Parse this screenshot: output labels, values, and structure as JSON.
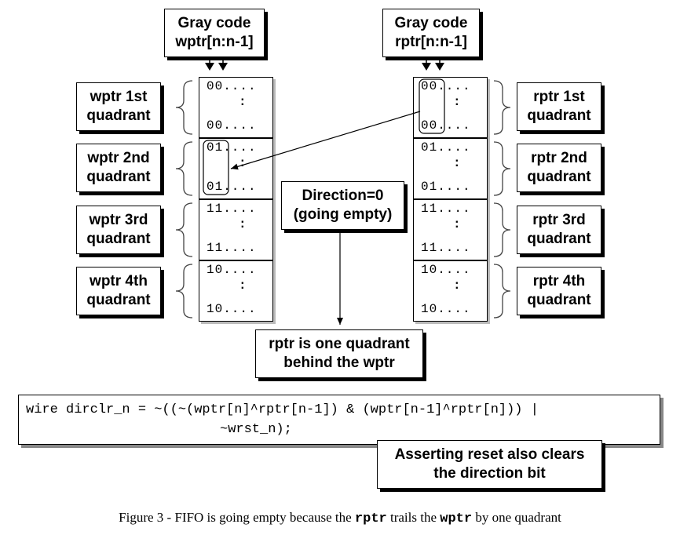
{
  "headers": {
    "wptr": {
      "line1": "Gray code",
      "line2": "wptr[n:n-1]"
    },
    "rptr": {
      "line1": "Gray code",
      "line2": "rptr[n:n-1]"
    }
  },
  "wptr_labels": [
    {
      "line1": "wptr 1st",
      "line2": "quadrant"
    },
    {
      "line1": "wptr 2nd",
      "line2": "quadrant"
    },
    {
      "line1": "wptr 3rd",
      "line2": "quadrant"
    },
    {
      "line1": "wptr 4th",
      "line2": "quadrant"
    }
  ],
  "rptr_labels": [
    {
      "line1": "rptr 1st",
      "line2": "quadrant"
    },
    {
      "line1": "rptr 2nd",
      "line2": "quadrant"
    },
    {
      "line1": "rptr 3rd",
      "line2": "quadrant"
    },
    {
      "line1": "rptr 4th",
      "line2": "quadrant"
    }
  ],
  "quadrant_cells": [
    {
      "top": "00....",
      "mid": ":",
      "bottom": "00...."
    },
    {
      "top": "01....",
      "mid": ":",
      "bottom": "01...."
    },
    {
      "top": "11....",
      "mid": ":",
      "bottom": "11...."
    },
    {
      "top": "10....",
      "mid": ":",
      "bottom": "10...."
    }
  ],
  "direction_box": {
    "line1": "Direction=0",
    "line2": "(going empty)"
  },
  "result_box": {
    "line1": "rptr is one quadrant",
    "line2": "behind the wptr"
  },
  "code": {
    "line1": "wire dirclr_n = ~((~(wptr[n]^rptr[n-1]) & (wptr[n-1]^rptr[n])) |",
    "line2": "~wrst_n);"
  },
  "reset_note": {
    "line1": "Asserting reset also clears",
    "line2": "the direction bit"
  },
  "caption": {
    "prefix": "Figure 3 - FIFO is going empty because the ",
    "term1": "rptr",
    "middle": " trails the ",
    "term2": "wptr",
    "suffix": " by one quadrant"
  }
}
